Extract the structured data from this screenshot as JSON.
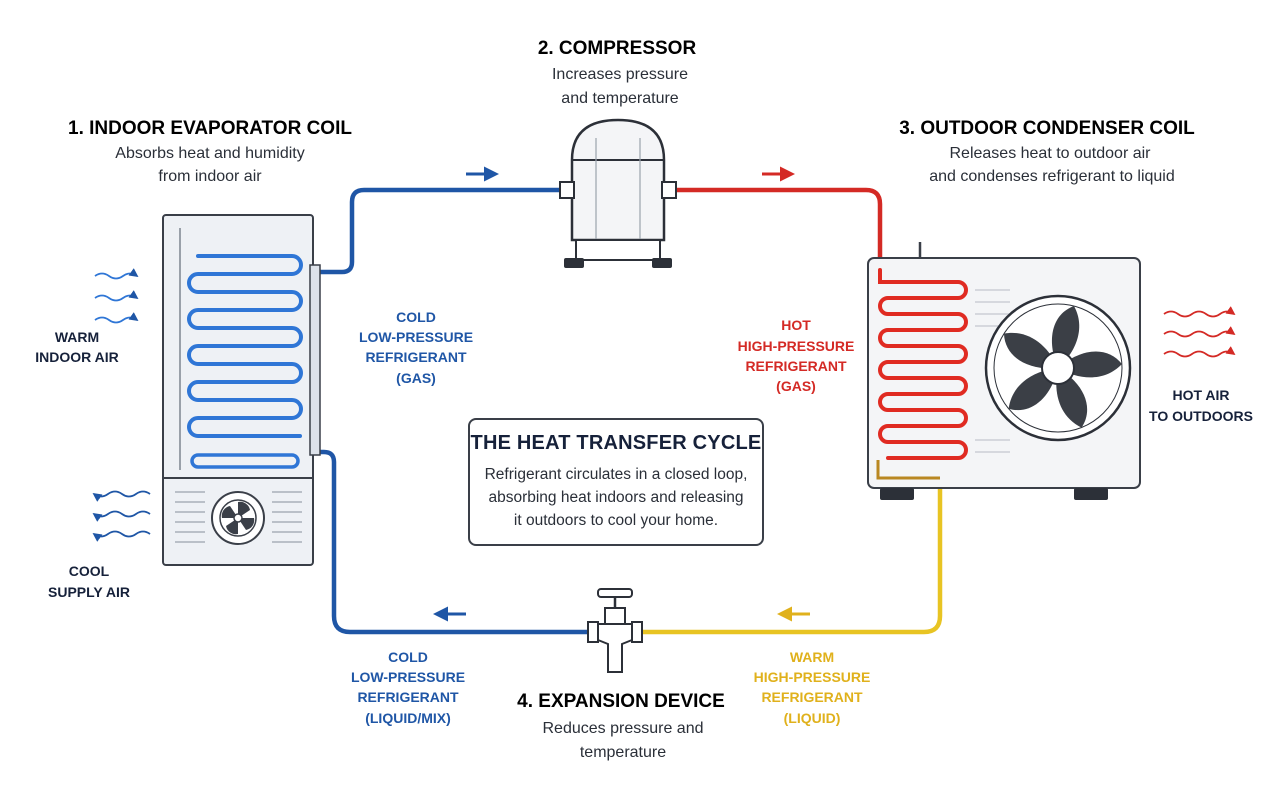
{
  "components": {
    "evaporator": {
      "title": "1. INDOOR EVAPORATOR COIL",
      "desc_line1": "Absorbs heat and humidity",
      "desc_line2": "from indoor air"
    },
    "compressor": {
      "title": "2. COMPRESSOR",
      "desc_line1": "Increases pressure",
      "desc_line2": "and temperature"
    },
    "condenser": {
      "title": "3. OUTDOOR CONDENSER COIL",
      "desc_line1": "Releases heat to outdoor air",
      "desc_line2": "and condenses refrigerant to liquid"
    },
    "expansion": {
      "title": "4. EXPANSION DEVICE",
      "desc_line1": "Reduces pressure and",
      "desc_line2": "temperature"
    }
  },
  "airflow": {
    "warm_indoor": [
      "WARM",
      "INDOOR AIR"
    ],
    "cool_supply": [
      "COOL",
      "SUPPLY AIR"
    ],
    "hot_outdoor": [
      "HOT AIR",
      "TO OUTDOORS"
    ]
  },
  "refrigerant_states": {
    "cold_gas": [
      "COLD",
      "LOW-PRESSURE",
      "REFRIGERANT",
      "(GAS)"
    ],
    "hot_gas": [
      "HOT",
      "HIGH-PRESSURE",
      "REFRIGERANT",
      "(GAS)"
    ],
    "cold_liquid": [
      "COLD",
      "LOW-PRESSURE",
      "REFRIGERANT",
      "(LIQUID/MIX)"
    ],
    "warm_liquid": [
      "WARM",
      "HIGH-PRESSURE",
      "REFRIGERANT",
      "(LIQUID)"
    ]
  },
  "cycle": {
    "title": "THE HEAT TRANSFER CYCLE",
    "line1": "Refrigerant circulates in a closed loop,",
    "line2": "absorbing heat indoors and releasing",
    "line3": "it outdoors to cool your home."
  },
  "colors": {
    "cold": "#1f56a6",
    "hot": "#d42a25",
    "warm": "#e0b11c",
    "outline": "#3a3f48",
    "title": "#16213a"
  }
}
